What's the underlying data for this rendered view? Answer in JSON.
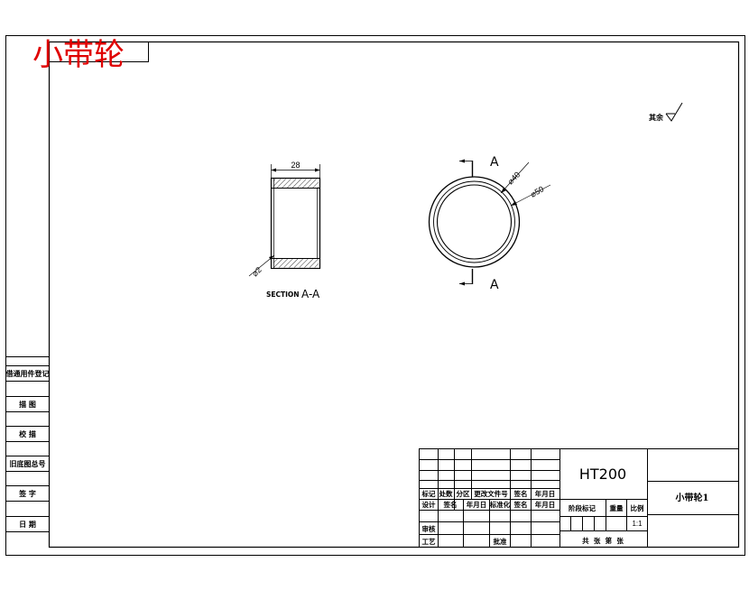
{
  "drawing": {
    "stamp_title": "小带轮",
    "roughness_label": "其余",
    "section_text": "SECTION",
    "section_name": "A-A",
    "dim_width": "28",
    "dim_inner": "⌀40",
    "dim_outer": "⌀50",
    "dim_chamfer": "⌀2",
    "cut_label_top": "A",
    "cut_label_bottom": "A"
  },
  "left_strip": {
    "items": [
      "借通用件登记",
      "描  图",
      "校  描",
      "旧底图总号",
      "签  字",
      "日  期"
    ]
  },
  "title_block": {
    "material": "HT200",
    "part_name": "小带轮1",
    "header_row": [
      "标记",
      "处数",
      "分区",
      "更改文件号",
      "签名",
      "年月日"
    ],
    "design_row": [
      "设计",
      "签名",
      "年月日",
      "标准化",
      "签名",
      "年月日"
    ],
    "review": "审核",
    "process": "工艺",
    "approve": "批准",
    "stage_label": "阶段标记",
    "weight_label": "重量",
    "scale_label": "比例",
    "scale_value": "1:1",
    "sheets_text": "共  张  第  张"
  }
}
